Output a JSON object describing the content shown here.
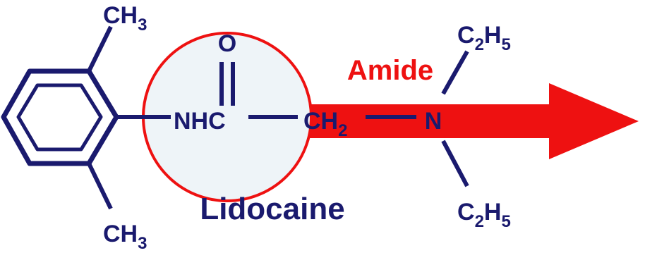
{
  "molecule": {
    "name": "Lidocaine",
    "highlight_label": "Amide",
    "labels": {
      "methyl_top": {
        "main": "CH",
        "sub": "3"
      },
      "methyl_bottom": {
        "main": "CH",
        "sub": "3"
      },
      "carbonyl_oxygen": "O",
      "amide_group": "NHC",
      "methylene": {
        "main": "CH",
        "sub": "2"
      },
      "amine_nitrogen": "N",
      "ethyl_top": {
        "c": "C",
        "c_sub": "2",
        "h": "H",
        "h_sub": "5"
      },
      "ethyl_bottom": {
        "c": "C",
        "c_sub": "2",
        "h": "H",
        "h_sub": "5"
      }
    }
  },
  "colors": {
    "structure": "#1a1a6e",
    "highlight": "#ee1111",
    "circle_fill": "#eef4f8",
    "arrow_fill": "#ee1111"
  }
}
